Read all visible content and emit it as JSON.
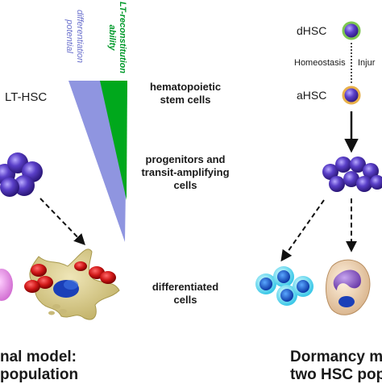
{
  "left": {
    "lt_hsc_label": "LT-HSC",
    "title_line1": "nal model:",
    "title_line2": "population"
  },
  "middle": {
    "potential_label_1": "differentiation",
    "potential_label_2": "potential",
    "reconstitution_label_1": "LT-reconstitution",
    "reconstitution_label_2": "ability",
    "stage_1_line1": "hematopoietic",
    "stage_1_line2": "stem cells",
    "stage_2_line1": "progenitors and",
    "stage_2_line2": "transit-amplifying",
    "stage_2_line3": "cells",
    "stage_3_line1": "differentiated",
    "stage_3_line2": "cells"
  },
  "right": {
    "dhsc_label": "dHSC",
    "ahsc_label": "aHSC",
    "homeostasis_label": "Homeostasis",
    "injury_label": "Injur",
    "title_line1": "Dormancy m",
    "title_line2": "two HSC popu"
  },
  "colors": {
    "potential_wedge": "#8f95e0",
    "reconstitution_wedge": "#00a81c",
    "potential_text": "#6a70cc",
    "reconstitution_text": "#00992a",
    "hsc_cell": "#5a3fc8",
    "dhsc_ring": "#7ec850",
    "ahsc_ring": "#e8b04a",
    "red_cell": "#d01818",
    "macrophage": "#d8cc8a"
  }
}
